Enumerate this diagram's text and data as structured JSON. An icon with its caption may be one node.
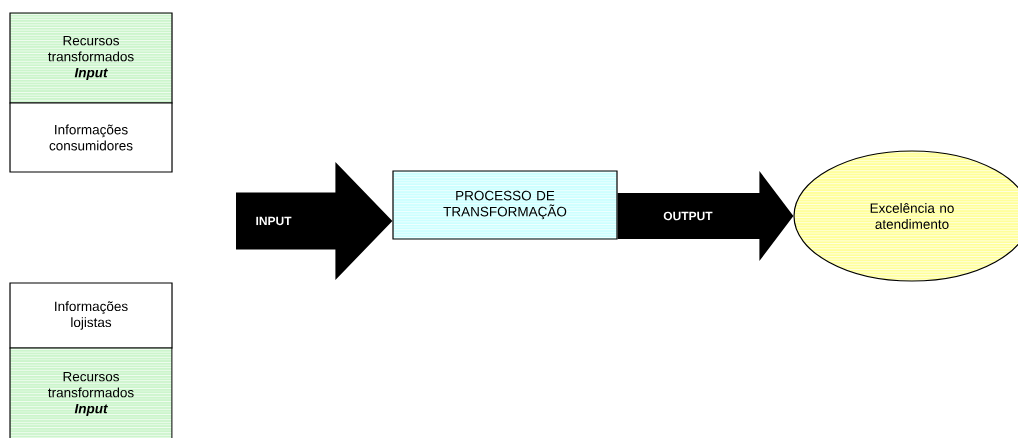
{
  "diagram": {
    "nodes": [
      {
        "text": [
          "Recursos transformados",
          "Input"
        ]
      },
      {
        "text": [
          "Informações consumidores"
        ]
      },
      {
        "text": [
          "PROCESSO DE TRANSFORMAÇÃO"
        ]
      },
      {
        "text": [
          "Excelência no atendimento"
        ]
      },
      {
        "text": [
          "Informações lojistas"
        ]
      },
      {
        "text": [
          "Recursos transformados",
          "Input"
        ]
      }
    ],
    "edges": [
      {
        "from": null,
        "to": 2,
        "arrow": "to",
        "label": "INPUT"
      },
      {
        "from": 2,
        "to": 3,
        "arrow": "to",
        "label": "OUTPUT"
      }
    ]
  }
}
